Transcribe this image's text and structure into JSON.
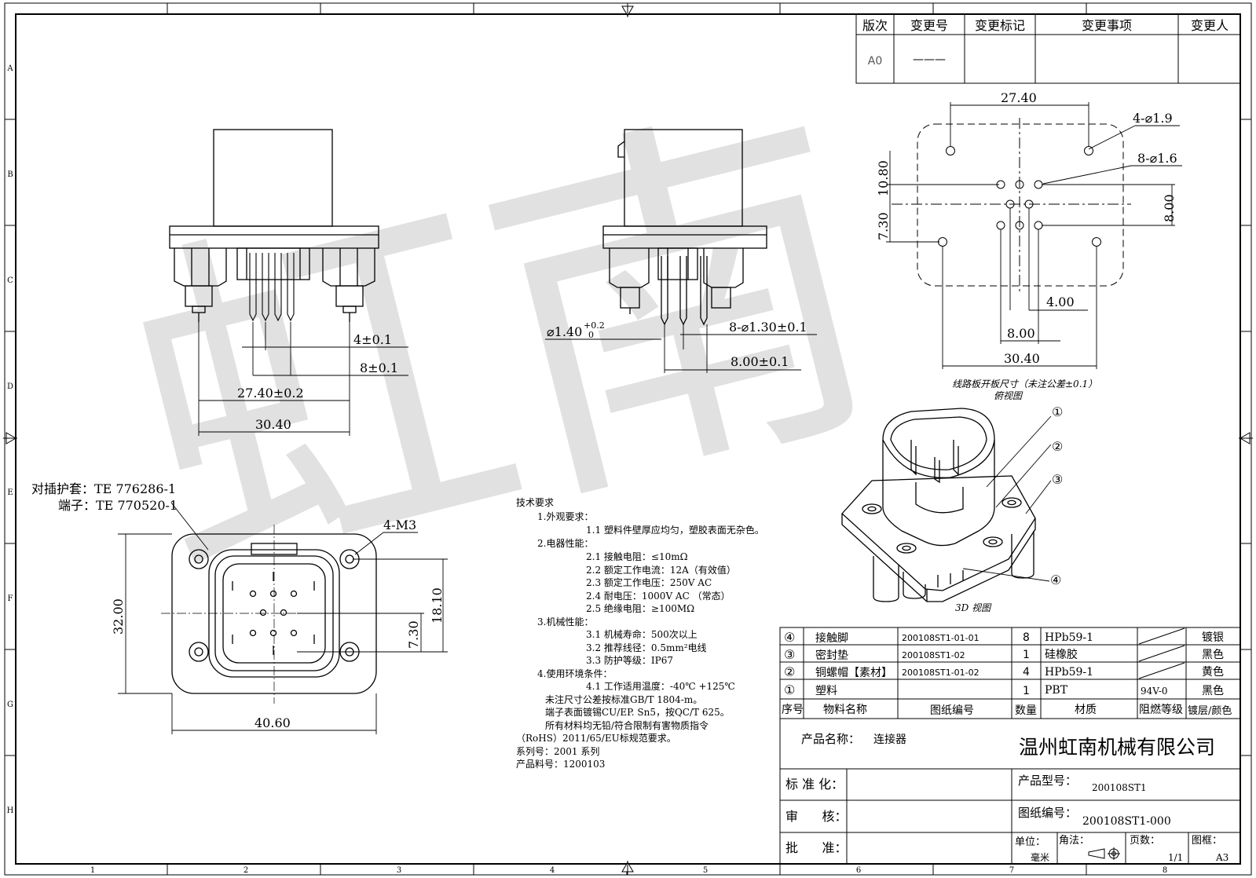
{
  "border": {
    "columns": [
      "1",
      "2",
      "3",
      "4",
      "5",
      "6",
      "7",
      "8"
    ],
    "rows": [
      "A",
      "B",
      "C",
      "D",
      "E",
      "F",
      "G",
      "H"
    ]
  },
  "watermark": "虹南",
  "revision_table": {
    "headers": [
      "版次",
      "变更号",
      "变更标记",
      "变更事项",
      "变更人"
    ],
    "rows": [
      {
        "version": "A0",
        "change_no": "———"
      }
    ]
  },
  "front_view": {
    "dims": [
      "4±0.1",
      "8±0.1",
      "27.40±0.2",
      "30.40"
    ]
  },
  "side_view": {
    "pin_dia_main": "⌀1.40",
    "pin_dia_sup": "+0.2",
    "pin_dia_sub": "0",
    "dims": [
      "8-⌀1.30±0.1",
      "8.00±0.1"
    ]
  },
  "pcb_view": {
    "dims": [
      "27.40",
      "4-⌀1.9",
      "8-⌀1.6",
      "10.80",
      "7.30",
      "8.00",
      "4.00",
      "8.00",
      "30.40"
    ],
    "caption": "线路板开板尺寸（未注公差±0.1）",
    "subcaption": "俯视图"
  },
  "bottom_view": {
    "mating_label": "对插护套：TE 776286-1",
    "terminal_label": "端子：TE 770520-1",
    "dims": [
      "4-M3",
      "32.00",
      "18.10",
      "7.30",
      "40.60"
    ]
  },
  "iso_view": {
    "callouts": [
      "①",
      "②",
      "③",
      "④"
    ],
    "caption": "3D 视图"
  },
  "tech_requirements": [
    "技术要求",
    "1.外观要求：",
    "1.1 塑料件壁厚应均匀，塑胶表面无杂色。",
    "2.电器性能：",
    "2.1 接触电阻：≤10mΩ",
    "2.2 额定工作电流：12A（有效值）",
    "2.3 额定工作电压：250V AC",
    "2.4 耐电压：1000V AC （常态）",
    "2.5 绝缘电阻：≥100MΩ",
    "3.机械性能：",
    "3.1 机械寿命：500次以上",
    "3.2 推荐线径：0.5mm²电线",
    "3.3 防护等级：IP67",
    "4.使用环境条件：",
    "4.1 工作适用温度：-40℃ +125℃",
    "未注尺寸公差按标准GB/T 1804-m。",
    "端子表面镀锡CU/EP. Sn5，按QC/T 625。",
    "所有材料均无铅/符合限制有害物质指令",
    "（RoHS）2011/65/EU标规范要求。",
    "系列号：2001 系列",
    "产品料号：1200103"
  ],
  "bom": {
    "rows": [
      {
        "seq": "④",
        "name": "接触脚",
        "drawing": "200108ST1-01-01",
        "qty": "8",
        "material": "HPb59-1",
        "flame": "",
        "finish": "镀银"
      },
      {
        "seq": "③",
        "name": "密封垫",
        "drawing": "200108ST1-02",
        "qty": "1",
        "material": "硅橡胶",
        "flame": "",
        "finish": "黑色"
      },
      {
        "seq": "②",
        "name": "铜螺帽【素材】",
        "drawing": "200108ST1-01-02",
        "qty": "4",
        "material": "HPb59-1",
        "flame": "",
        "finish": "黄色"
      },
      {
        "seq": "①",
        "name": "塑料",
        "drawing": "",
        "qty": "1",
        "material": "PBT",
        "flame": "94V-0",
        "finish": "黑色"
      }
    ],
    "headers": [
      "序号",
      "物料名称",
      "图纸编号",
      "数量",
      "材质",
      "阻燃等级",
      "镀层/颜色"
    ]
  },
  "title_block": {
    "product_name_label": "产品名称：",
    "product_name": "连接器",
    "company": "温州虹南机械有限公司",
    "standardization_label": "标 准 化：",
    "model_label": "产品型号：",
    "model": "200108ST1",
    "review_label": "审      核：",
    "drawing_no_label": "图纸编号：",
    "drawing_no": "200108ST1-000",
    "approve_label": "批      准：",
    "unit_label": "单位：",
    "unit": "毫米",
    "angle_label": "角法：",
    "page_label": "页数：",
    "page": "1/1",
    "frame_label": "图框：",
    "frame": "A3"
  }
}
